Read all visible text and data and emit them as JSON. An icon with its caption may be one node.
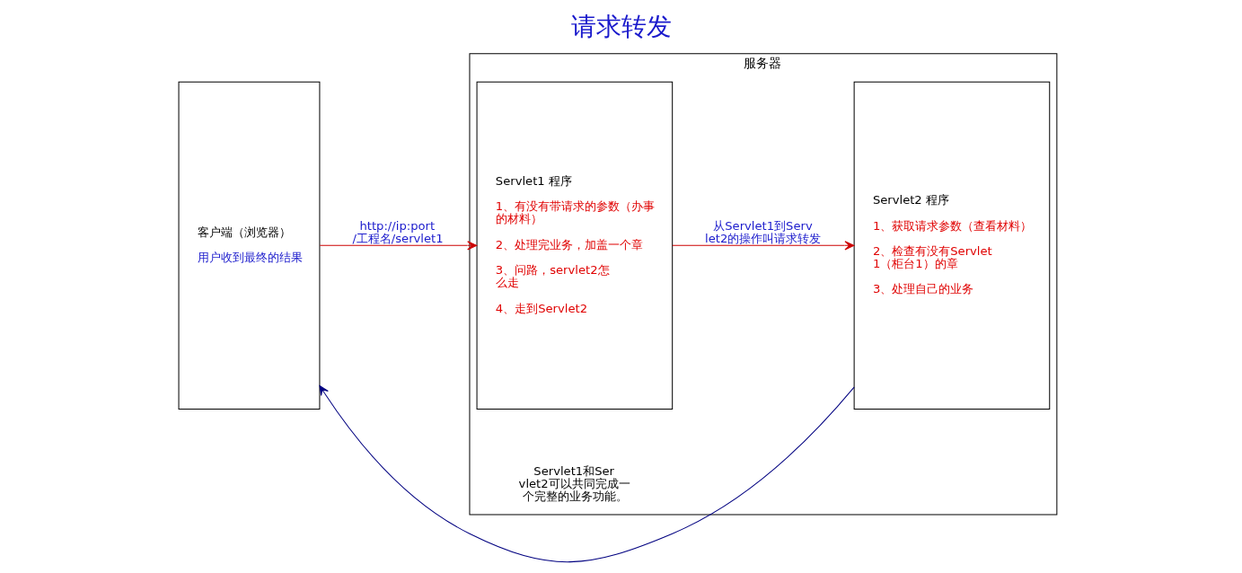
{
  "diagram": {
    "title": "请求转发",
    "nodes": [
      {
        "text": [
          "客户端（浏览器）",
          "用户收到最终的结果"
        ]
      },
      {
        "text": [
          "服务器"
        ]
      },
      {
        "text": [
          "Servlet1 程序",
          "1、有没有带请求的参数（办事的材料）",
          "2、处理完业务，加盖一个章",
          "3、问路，servlet2怎么走",
          "4、走到Servlet2"
        ],
        "in": 1
      },
      {
        "text": [
          "Servlet2 程序",
          "1、获取请求参数（查看材料）",
          "2、检查有没有Servlet1（柜台1）的章",
          "3、处理自己的业务"
        ],
        "in": 1
      }
    ],
    "edges": [
      {
        "from": 0,
        "to": 2,
        "arrow": "to",
        "label": "http://ip:port/工程名/servlet1"
      },
      {
        "from": 2,
        "to": 3,
        "arrow": "to",
        "label": "从Servlet1到Servlet2的操作叫请求转发"
      },
      {
        "from": 3,
        "to": 0,
        "arrow": "to",
        "color": "#000080"
      }
    ],
    "labels": [
      "Servlet1和Servlet2可以共同完成一个完整的业务功能。"
    ]
  }
}
